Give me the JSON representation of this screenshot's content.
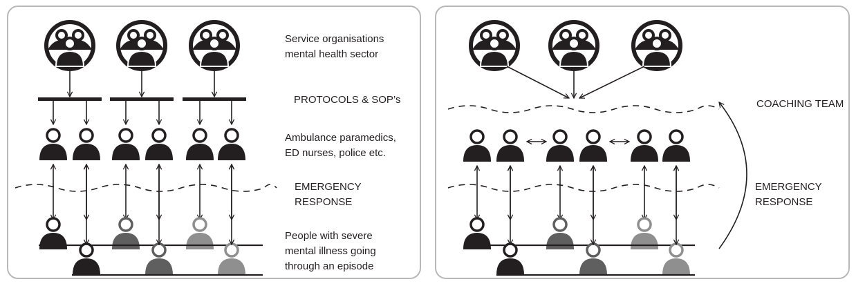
{
  "left_panel": {
    "labels": {
      "service_organisations": "Service organisations",
      "mental_health_sector": "mental health sector",
      "protocols": "PROTOCOLS & SOP’s",
      "ambulance": "Ambulance paramedics,",
      "ed_nurses": "ED nurses, police etc.",
      "emergency": "EMERGENCY",
      "response": "RESPONSE",
      "people_line1": "People with severe",
      "people_line2": "mental illness going",
      "people_line3": "through an episode"
    }
  },
  "right_panel": {
    "labels": {
      "coaching_team": "COACHING TEAM",
      "emergency": "EMERGENCY",
      "response": "RESPONSE"
    }
  },
  "colors": {
    "ink": "#231f20",
    "frame": "#b8b8b8",
    "person_black": "#231f20",
    "person_dark_grey": "#5f5f5f",
    "person_light_grey": "#8f8f8f"
  }
}
